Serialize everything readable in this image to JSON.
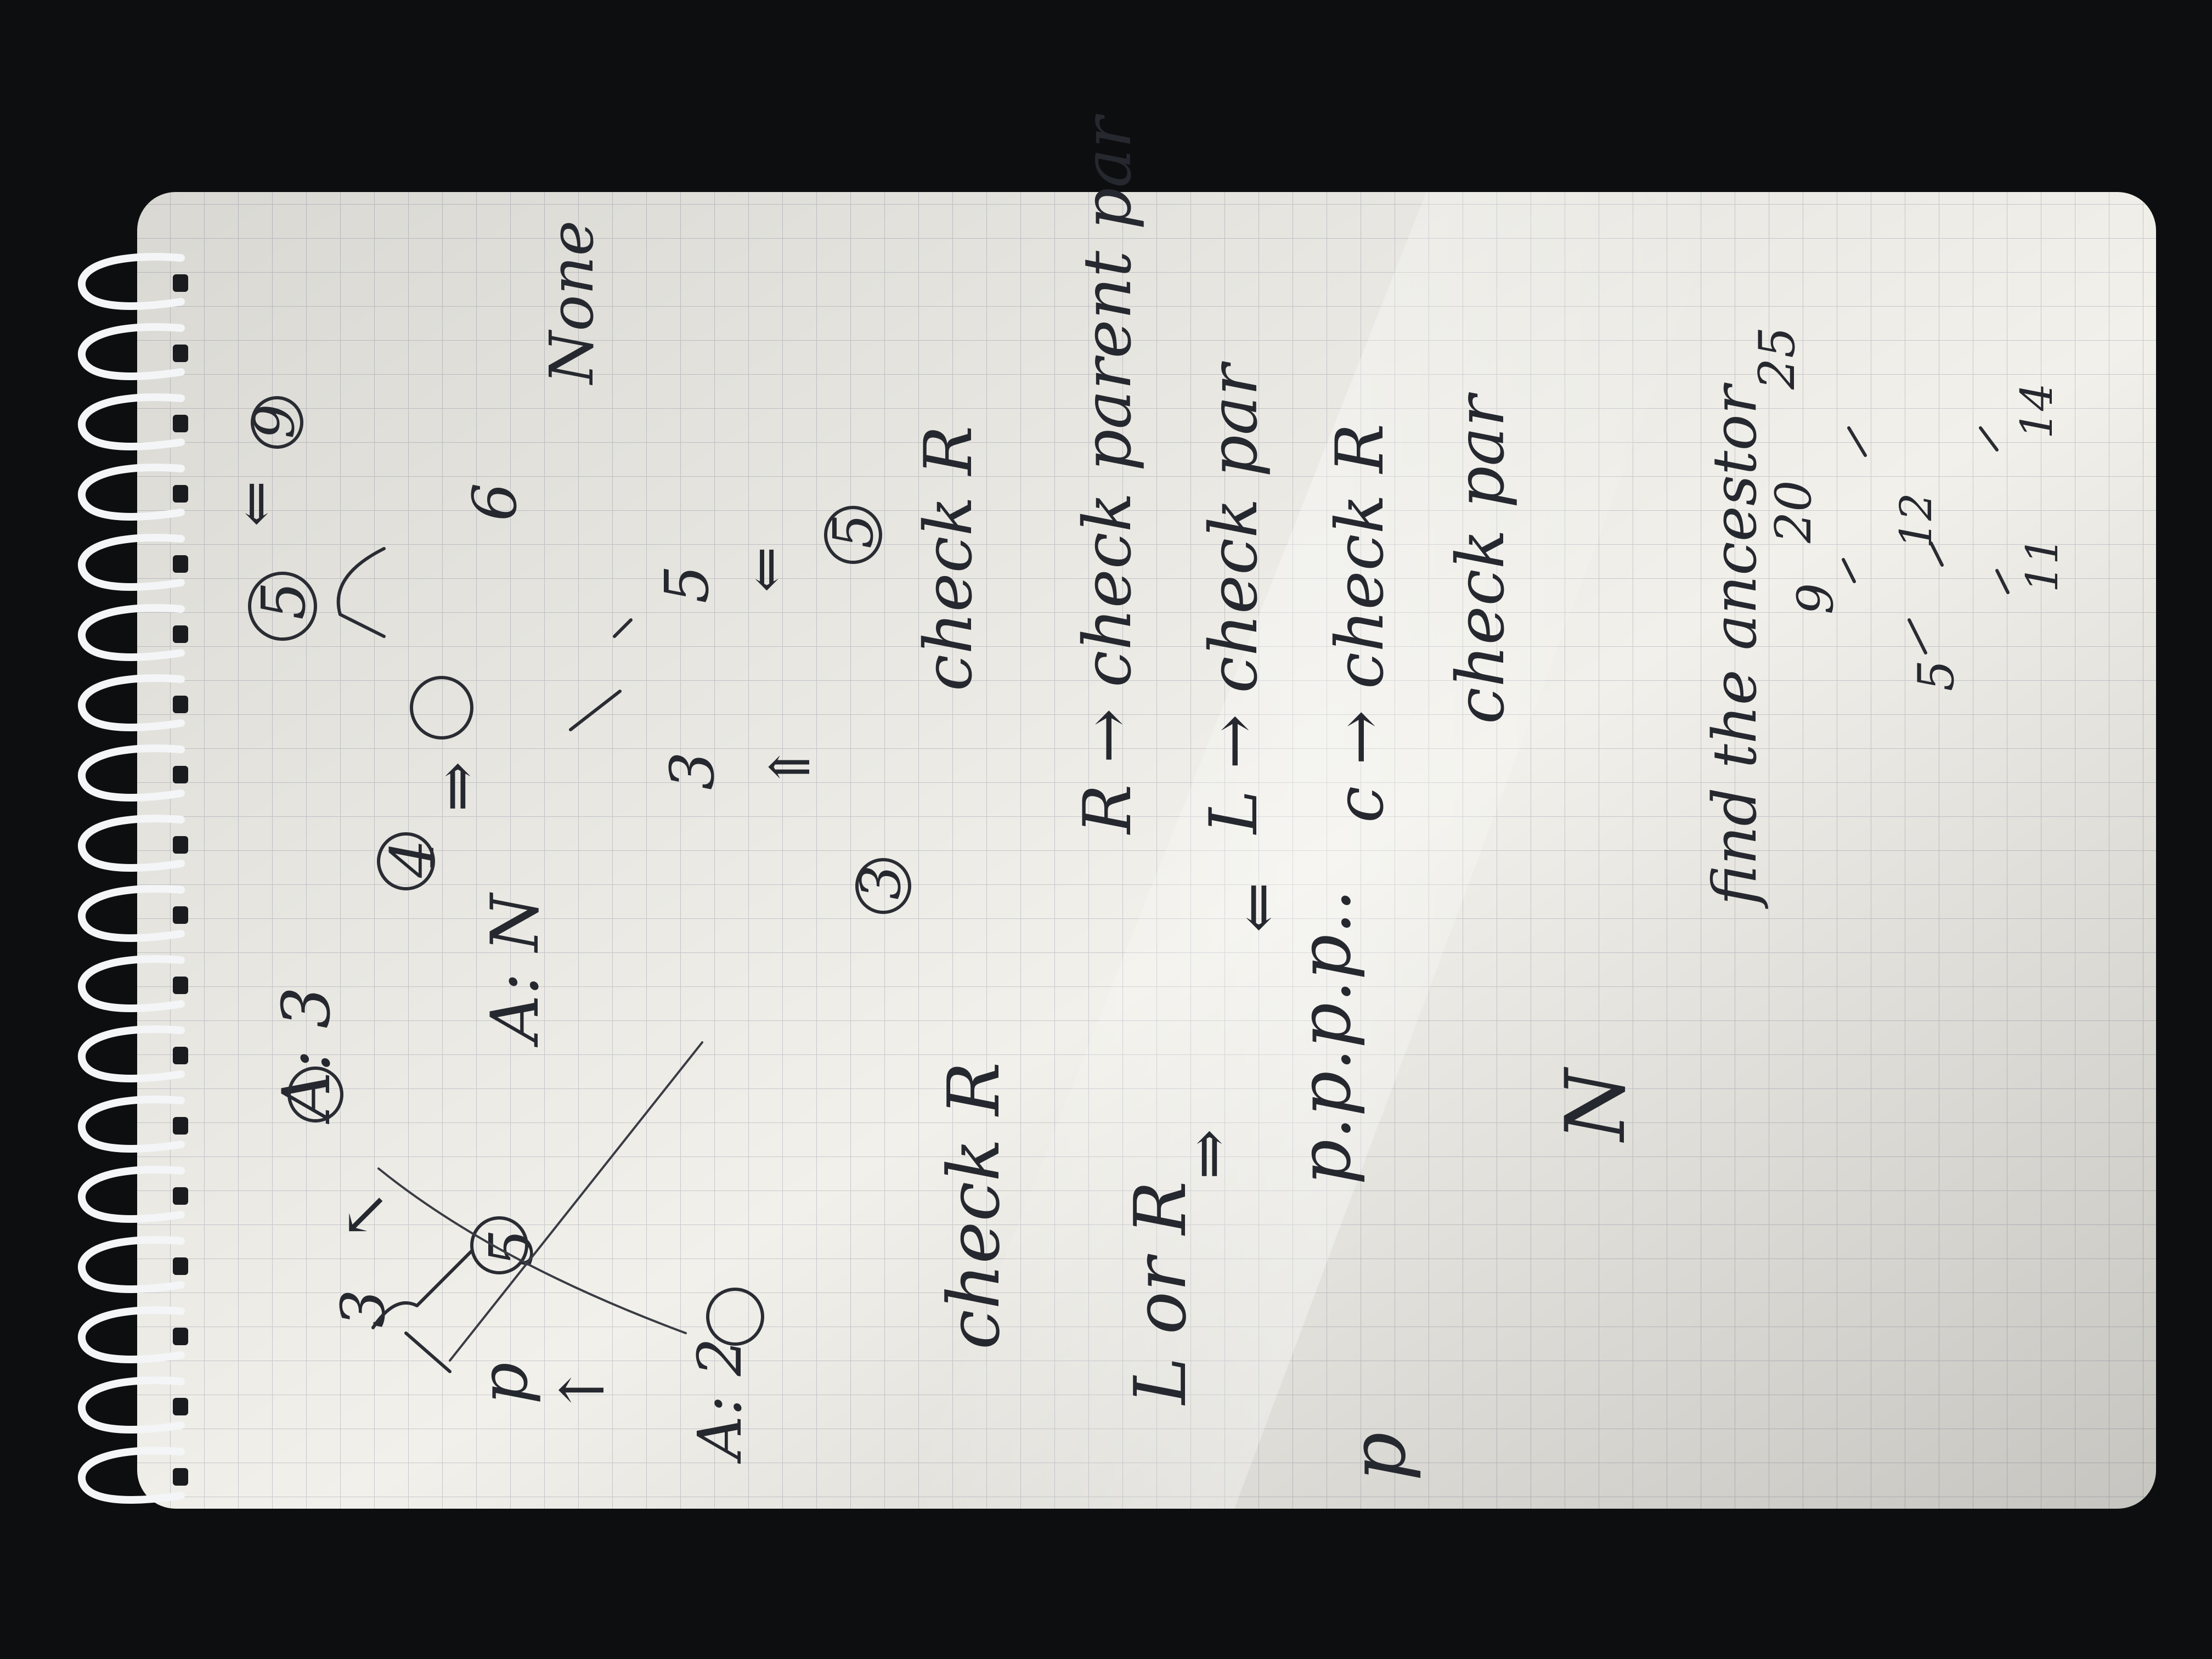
{
  "notebook": {
    "paper_color": "#f1f0ea",
    "grid_color": "#c9c9cf",
    "ink_color": "#2a2c33",
    "background_color": "#0d0e10",
    "binding": "spiral-wire"
  },
  "notes": {
    "tree1": {
      "label_a3": "A: 3",
      "label_an": "A: N",
      "label_a2": "A: 2",
      "node_top": "3",
      "node_mid": "5",
      "p_label": "p",
      "arrow_left": "↙",
      "arrow_up": "↑"
    },
    "top_right": {
      "four": "4",
      "arrow_1": "⇒",
      "five_circled": "5",
      "six": "6",
      "arrow_2": "⇐",
      "nine_circled": "9",
      "none": "None"
    },
    "middle_right": {
      "three": "3",
      "five": "5",
      "arrow_up": "⇑",
      "arrow_double": "⇐",
      "five_circled": "5",
      "three_circled": "3"
    },
    "check_block": {
      "check_r": "check R",
      "l_or_r": "L or R",
      "p_line": "p",
      "ppp": "p.p.p.p..",
      "arrow": "⇒",
      "n": "N",
      "double_arrow": "⇐"
    },
    "check_list": {
      "line1": "check R",
      "line2": "R → check parent par",
      "line3": "L → check par",
      "line4": "c → check R",
      "line5": "check par"
    },
    "ancestor": {
      "text": "find the ancestor",
      "values": [
        "5",
        "9",
        "20",
        "25",
        "12",
        "11",
        "14"
      ]
    }
  }
}
